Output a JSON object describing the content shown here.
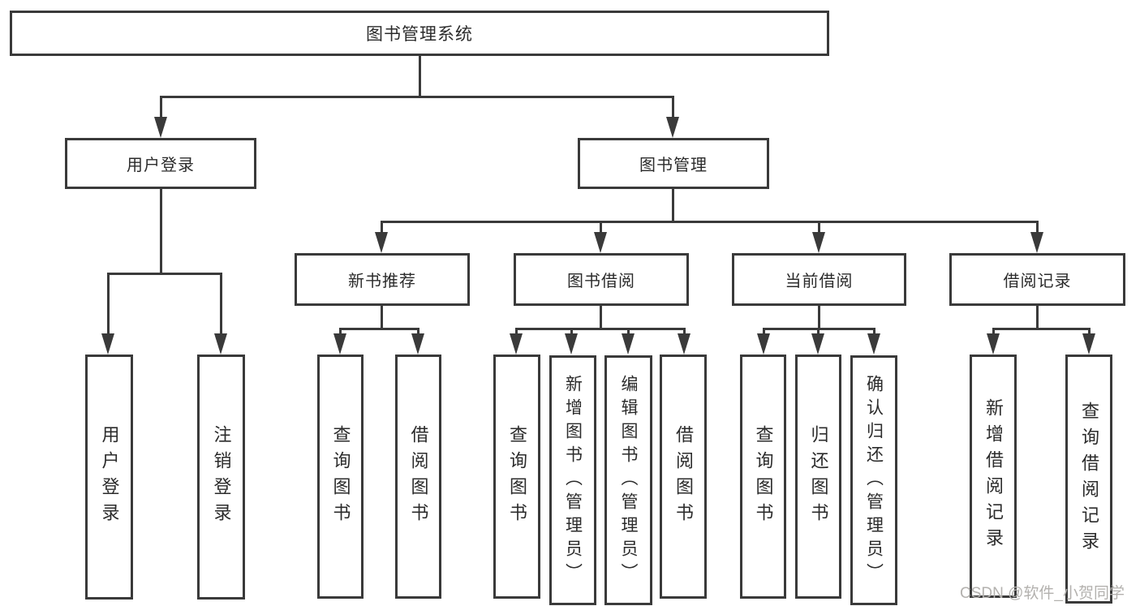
{
  "diagram": {
    "root": {
      "label": "图书管理系统"
    },
    "branches": [
      {
        "label": "用户登录",
        "children": [
          {
            "label": "用户登录"
          },
          {
            "label": "注销登录"
          }
        ]
      },
      {
        "label": "图书管理",
        "children": [
          {
            "label": "新书推荐",
            "children": [
              {
                "label": "查询图书"
              },
              {
                "label": "借阅图书"
              }
            ]
          },
          {
            "label": "图书借阅",
            "children": [
              {
                "label": "查询图书"
              },
              {
                "label": "新增图书（管理员）"
              },
              {
                "label": "编辑图书（管理员）"
              },
              {
                "label": "借阅图书"
              }
            ]
          },
          {
            "label": "当前借阅",
            "children": [
              {
                "label": "查询图书"
              },
              {
                "label": "归还图书"
              },
              {
                "label": "确认归还（管理员）"
              }
            ]
          },
          {
            "label": "借阅记录",
            "children": [
              {
                "label": "新增借阅记录"
              },
              {
                "label": "查询借阅记录"
              }
            ]
          }
        ]
      }
    ]
  },
  "watermark": "CSDN @软件_小贺同学",
  "colors": {
    "line": "#3a3a3a",
    "text": "#2b2b2b",
    "watermark": "#b3b1ae",
    "background": "#ffffff"
  }
}
